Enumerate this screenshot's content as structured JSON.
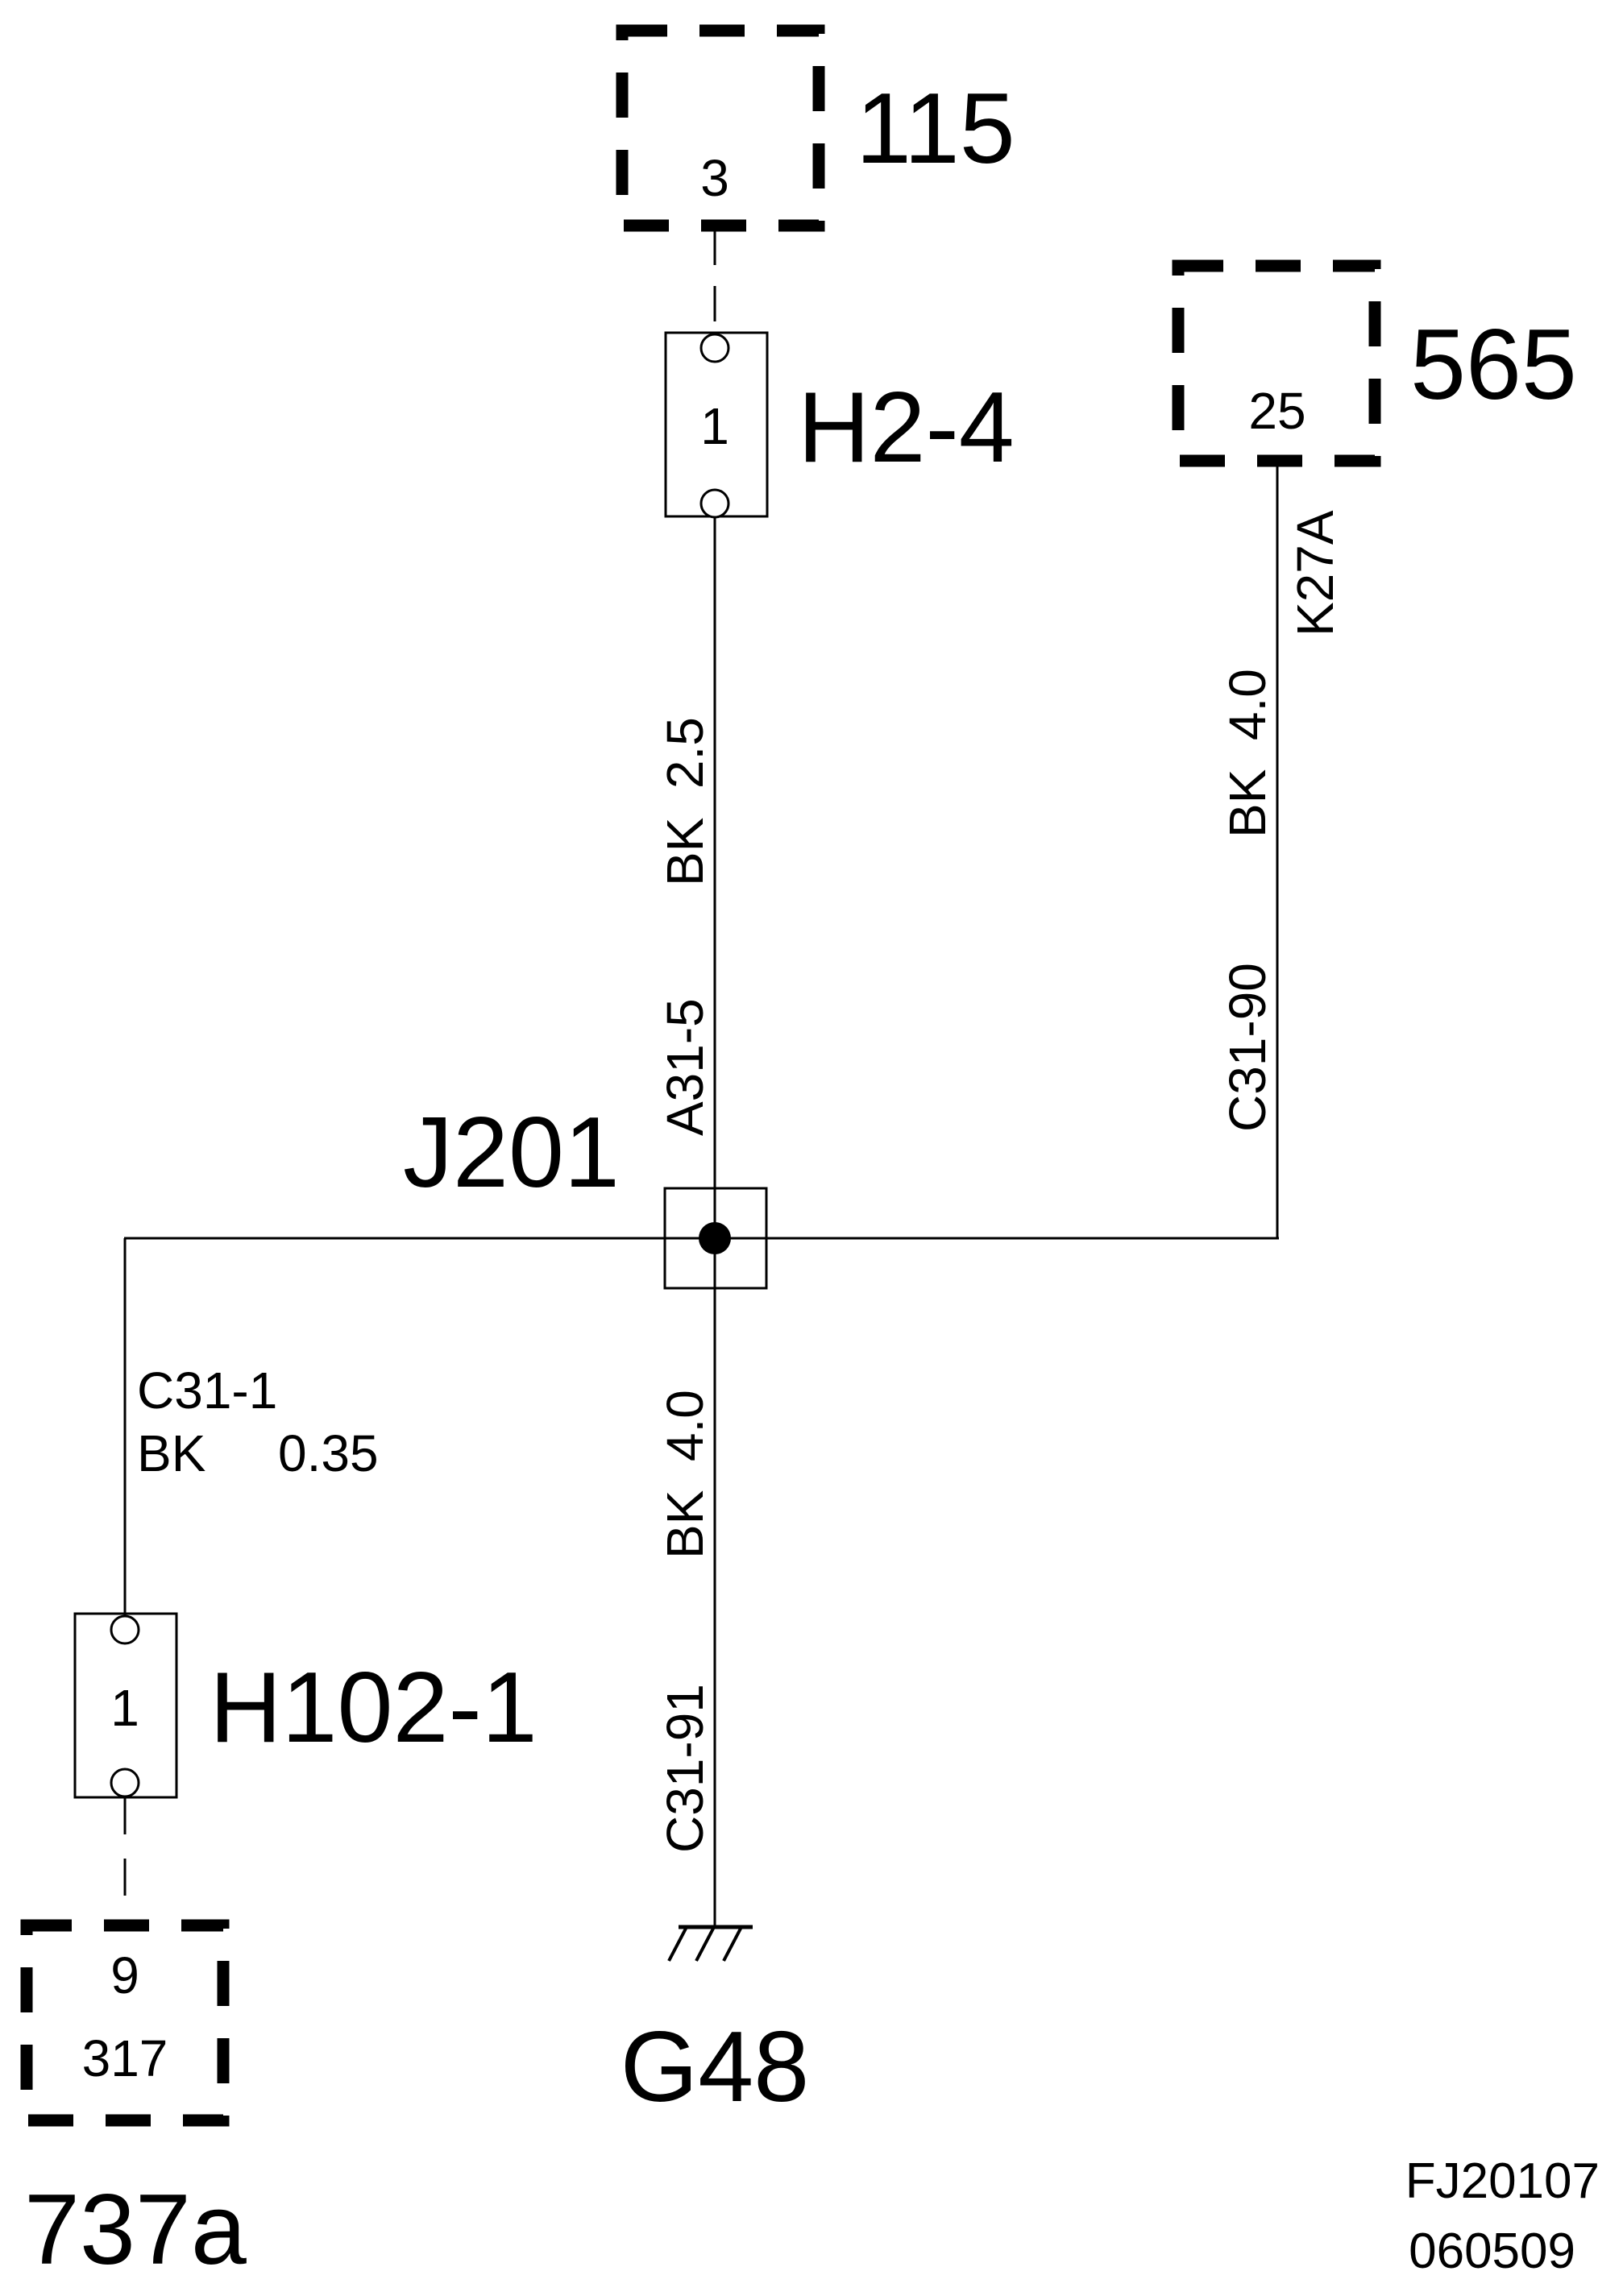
{
  "components": {
    "c115": {
      "label": "115",
      "pin": "3"
    },
    "c565": {
      "label": "565",
      "pin": "25"
    },
    "c737a": {
      "label": "737a",
      "pin": "9",
      "sub": "317"
    }
  },
  "connectors": {
    "h2_4": {
      "label": "H2-4",
      "pin": "1"
    },
    "h102_1": {
      "label": "H102-1",
      "pin": "1"
    }
  },
  "splice": {
    "label": "J201"
  },
  "ground": {
    "label": "G48"
  },
  "wires": {
    "left_spec": "BK  2.5",
    "left_id": "A31-5",
    "right_spec": "BK  4.0",
    "right_id": "C31-90",
    "right_id2": "K27A",
    "bottom_spec": "BK  4.0",
    "bottom_id": "C31-91",
    "branch_id": "C31-1",
    "branch_color": "BK",
    "branch_size": "0.35"
  },
  "footer": {
    "code": "FJ20107",
    "date": "060509"
  }
}
